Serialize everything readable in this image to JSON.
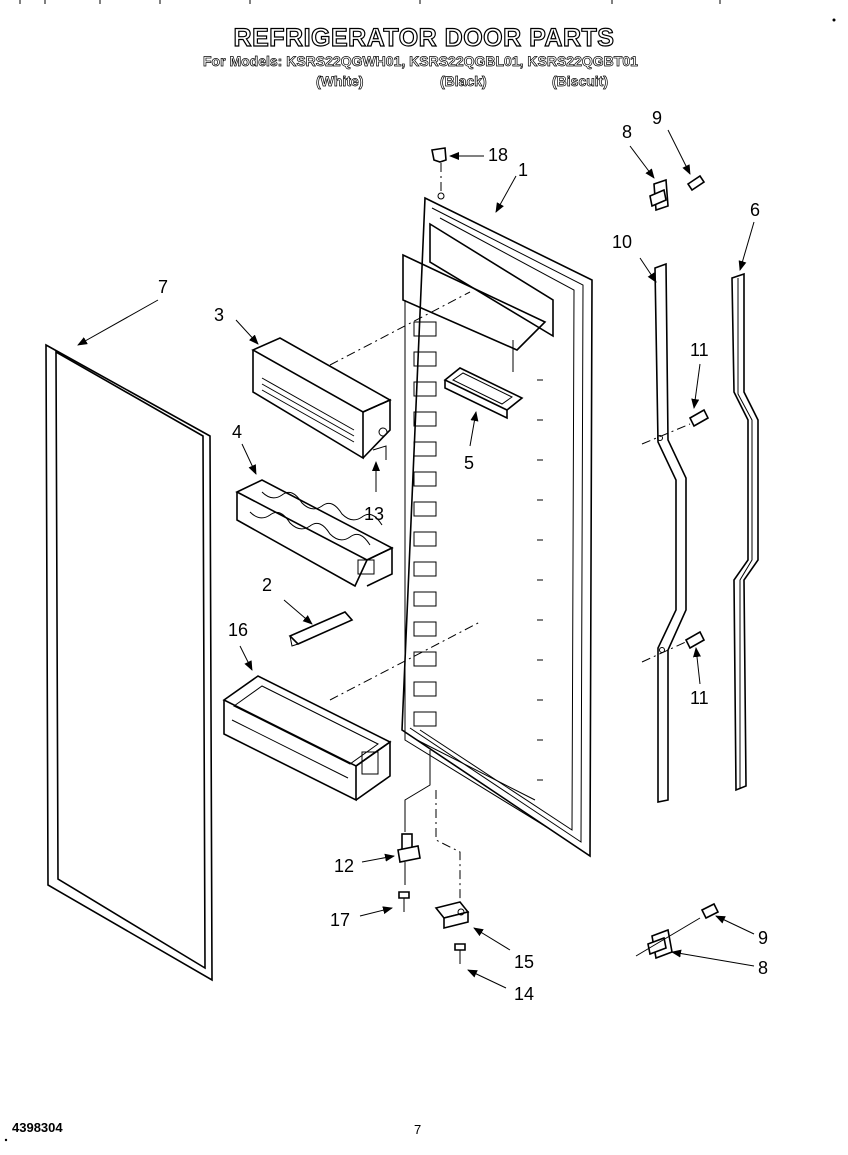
{
  "header": {
    "title": "REFRIGERATOR DOOR PARTS",
    "models_line": "For Models: KSRS22QGWH01, KSRS22QGBL01, KSRS22QGBT01",
    "colors": [
      "(White)",
      "(Black)",
      "(Biscuit)"
    ]
  },
  "callouts": {
    "c1": "1",
    "c2": "2",
    "c3": "3",
    "c4": "4",
    "c5": "5",
    "c6": "6",
    "c7": "7",
    "c8a": "8",
    "c8b": "8",
    "c9a": "9",
    "c9b": "9",
    "c10": "10",
    "c11a": "11",
    "c11b": "11",
    "c12": "12",
    "c13": "13",
    "c14": "14",
    "c15": "15",
    "c16": "16",
    "c17": "17",
    "c18": "18"
  },
  "footer": {
    "doc_number": "4398304",
    "page_number": "7"
  }
}
